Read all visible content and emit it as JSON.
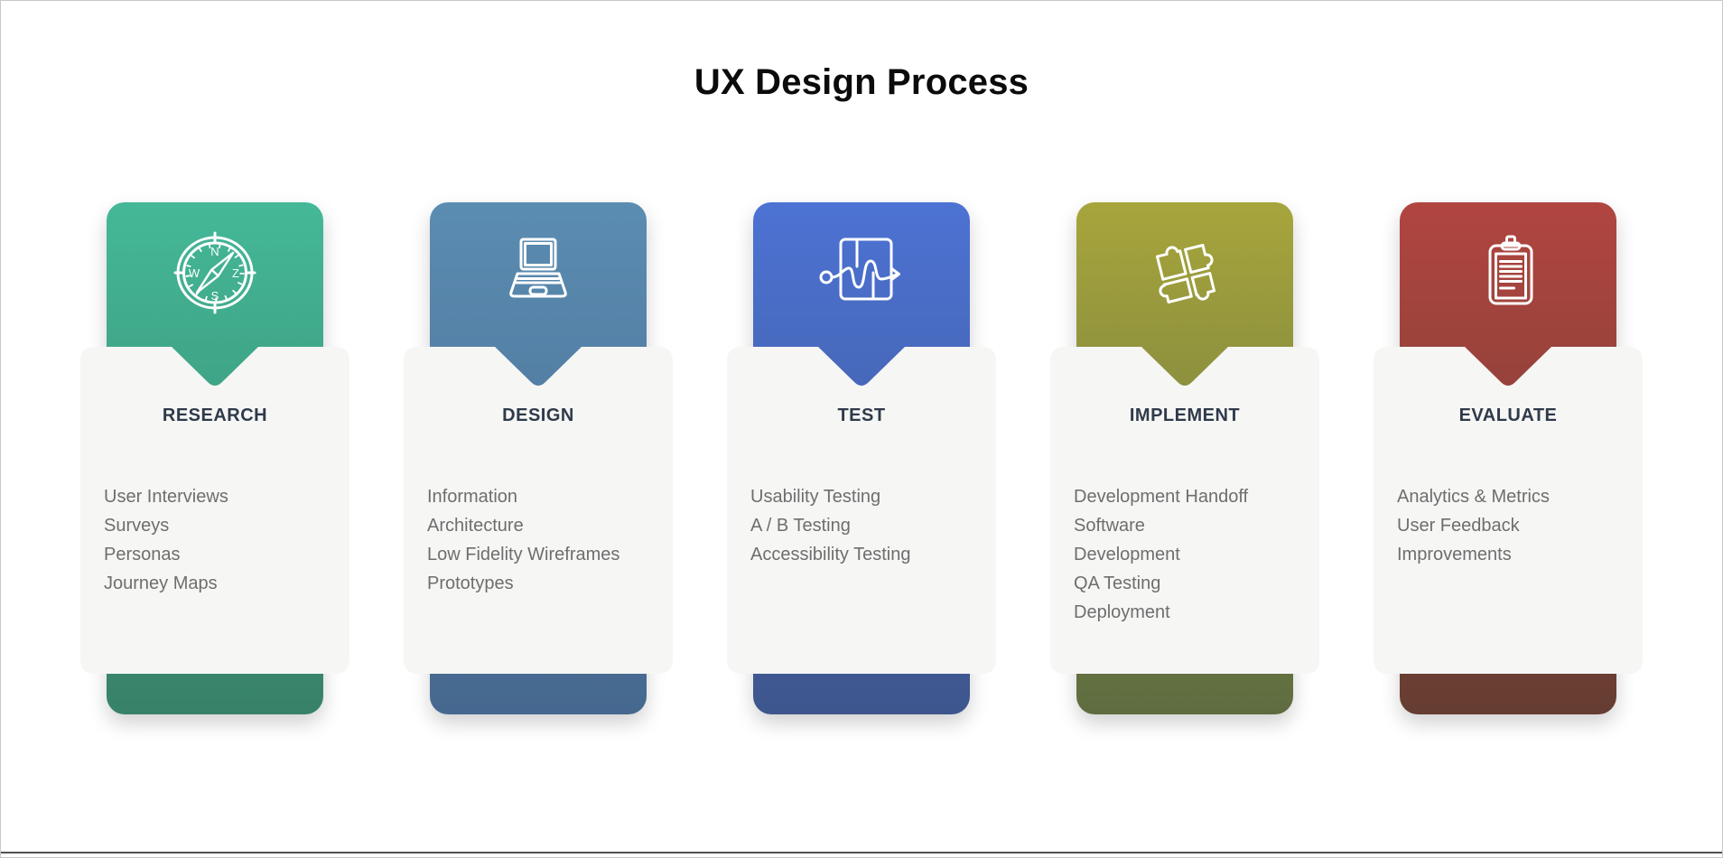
{
  "title": "UX Design Process",
  "steps": [
    {
      "name": "Research",
      "title": "RESEARCH",
      "icon": "compass-icon",
      "items": [
        "User Interviews",
        "Surveys",
        "Personas",
        "Journey Maps"
      ],
      "color_top": "#44B898",
      "color_bottom": "#388168"
    },
    {
      "name": "Design",
      "title": "DESIGN",
      "icon": "laptop-icon",
      "items": [
        "Information\nArchitecture",
        "Low Fidelity Wireframes",
        "Prototypes"
      ],
      "color_top": "#5B8CB1",
      "color_bottom": "#46688F"
    },
    {
      "name": "Test",
      "title": "TEST",
      "icon": "user-flow-icon",
      "items": [
        "Usability Testing",
        "A / B Testing",
        "Accessibility Testing"
      ],
      "color_top": "#4C72D3",
      "color_bottom": "#3E568D"
    },
    {
      "name": "Implement",
      "title": "IMPLEMENT",
      "icon": "puzzle-icon",
      "items": [
        "Development Handoff",
        "Software\nDevelopment",
        "QA Testing",
        "Deployment"
      ],
      "color_top": "#A7A53C",
      "color_bottom": "#5E6C40"
    },
    {
      "name": "Evaluate",
      "title": "EVALUATE",
      "icon": "clipboard-icon",
      "items": [
        "Analytics & Metrics",
        "User Feedback",
        "Improvements"
      ],
      "color_top": "#B14540",
      "color_bottom": "#663D32"
    }
  ],
  "frame": {
    "border_color": "#c8c8c8",
    "bottom_line_color": "#515151",
    "panel_color": "#f6f6f5"
  }
}
